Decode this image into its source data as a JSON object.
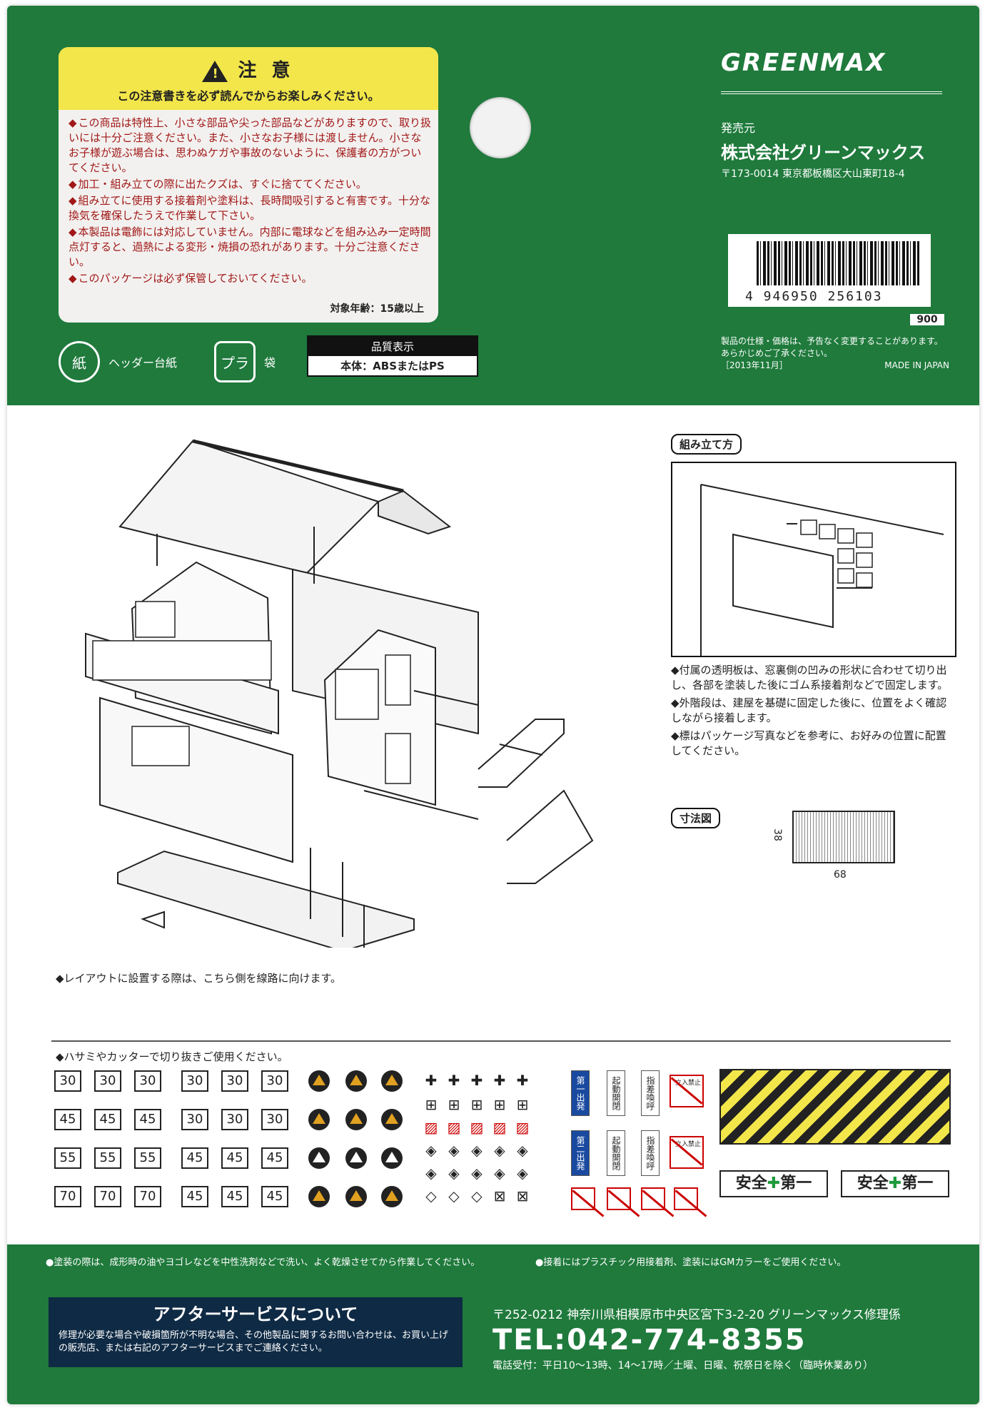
{
  "caution": {
    "title": "注 意",
    "subtitle": "この注意書きを必ず読んでからお楽しみください。",
    "items": [
      "この商品は特性上、小さな部品や尖った部品などがありますので、取り扱いには十分ご注意ください。また、小さなお子様には渡しません。小さなお子様が遊ぶ場合は、思わぬケガや事故のないように、保護者の方がついてください。",
      "加工・組み立ての際に出たクズは、すぐに捨ててください。",
      "組み立てに使用する接着剤や塗料は、長時間吸引すると有害です。十分な換気を確保したうえで作業して下さい。",
      "本製品は電飾には対応していません。内部に電球などを組み込み一定時間点灯すると、過熱による変形・焼損の恐れがあります。十分ご注意ください。",
      "このパッケージは必ず保管しておいてください。"
    ],
    "age": "対象年齢：15歳以上"
  },
  "recycle": {
    "paper_icon": "紙",
    "paper_label": "ヘッダー台紙",
    "plastic_icon": "プラ",
    "plastic_label": "袋"
  },
  "quality": {
    "header": "品質表示",
    "value": "本体：ABSまたはPS"
  },
  "brand": {
    "logo": "GREENMAX"
  },
  "seller": {
    "label": "発売元",
    "company": "株式会社グリーンマックス",
    "address": "〒173-0014 東京都板橋区大山東町18-4"
  },
  "barcode": {
    "number": "4 946950 256103"
  },
  "price_code": "900",
  "notice": {
    "text": "製品の仕様・価格は、予告なく変更することがあります。あらかじめご了承ください。",
    "date": "［2013年11月］",
    "made": "MADE IN JAPAN"
  },
  "layout_note": "◆レイアウトに設置する際は、こちら側を線路に向けます。",
  "assembly": {
    "tag": "組み立て方",
    "notes": [
      "◆付属の透明板は、窓裏側の凹みの形状に合わせて切り出し、各部を塗装した後にゴム系接着剤などで固定します。",
      "◆外階段は、建屋を基礎に固定した後に、位置をよく確認しながら接着します。",
      "◆標はパッケージ写真などを参考に、お好みの位置に配置してください。"
    ]
  },
  "dimensions": {
    "tag": "寸法図",
    "height": "38",
    "width": "68"
  },
  "cut_note": "◆ハサミやカッターで切り抜きご使用ください。",
  "decals": {
    "limits": [
      [
        "30",
        "30",
        "30",
        "30",
        "30",
        "30"
      ],
      [
        "45",
        "45",
        "45",
        "30",
        "30",
        "30"
      ],
      [
        "55",
        "55",
        "55",
        "45",
        "45",
        "45"
      ],
      [
        "70",
        "70",
        "70",
        "45",
        "45",
        "45"
      ]
    ],
    "signs_a": [
      "第一出発",
      "第二出発"
    ],
    "signs_b": [
      "起動開閉",
      "起動開閉"
    ],
    "signs_c": [
      "指差喚呼",
      "指差喚呼"
    ],
    "nosign": [
      "立入禁止",
      "立入禁止"
    ],
    "safety": [
      "安全",
      "第一"
    ]
  },
  "footer": {
    "note_left": "●塗装の際は、成形時の油やヨゴレなどを中性洗剤などで洗い、よく乾燥させてから作業してください。",
    "note_right": "●接着にはプラスチック用接着剤、塗装にはGMカラーをご使用ください。",
    "after_title": "アフターサービスについて",
    "after_body": "修理が必要な場合や破損箇所が不明な場合、その他製品に関するお問い合わせは、お買い上げの販売店、または右記のアフターサービスまでご連絡ください。",
    "address": "〒252-0212 神奈川県相模原市中央区宮下3-2-20 グリーンマックス修理係",
    "tel": "TEL:042-774-8355",
    "hours": "電話受付：平日10～13時、14～17時／土曜、日曜、祝祭日を除く（臨時休業あり）"
  }
}
